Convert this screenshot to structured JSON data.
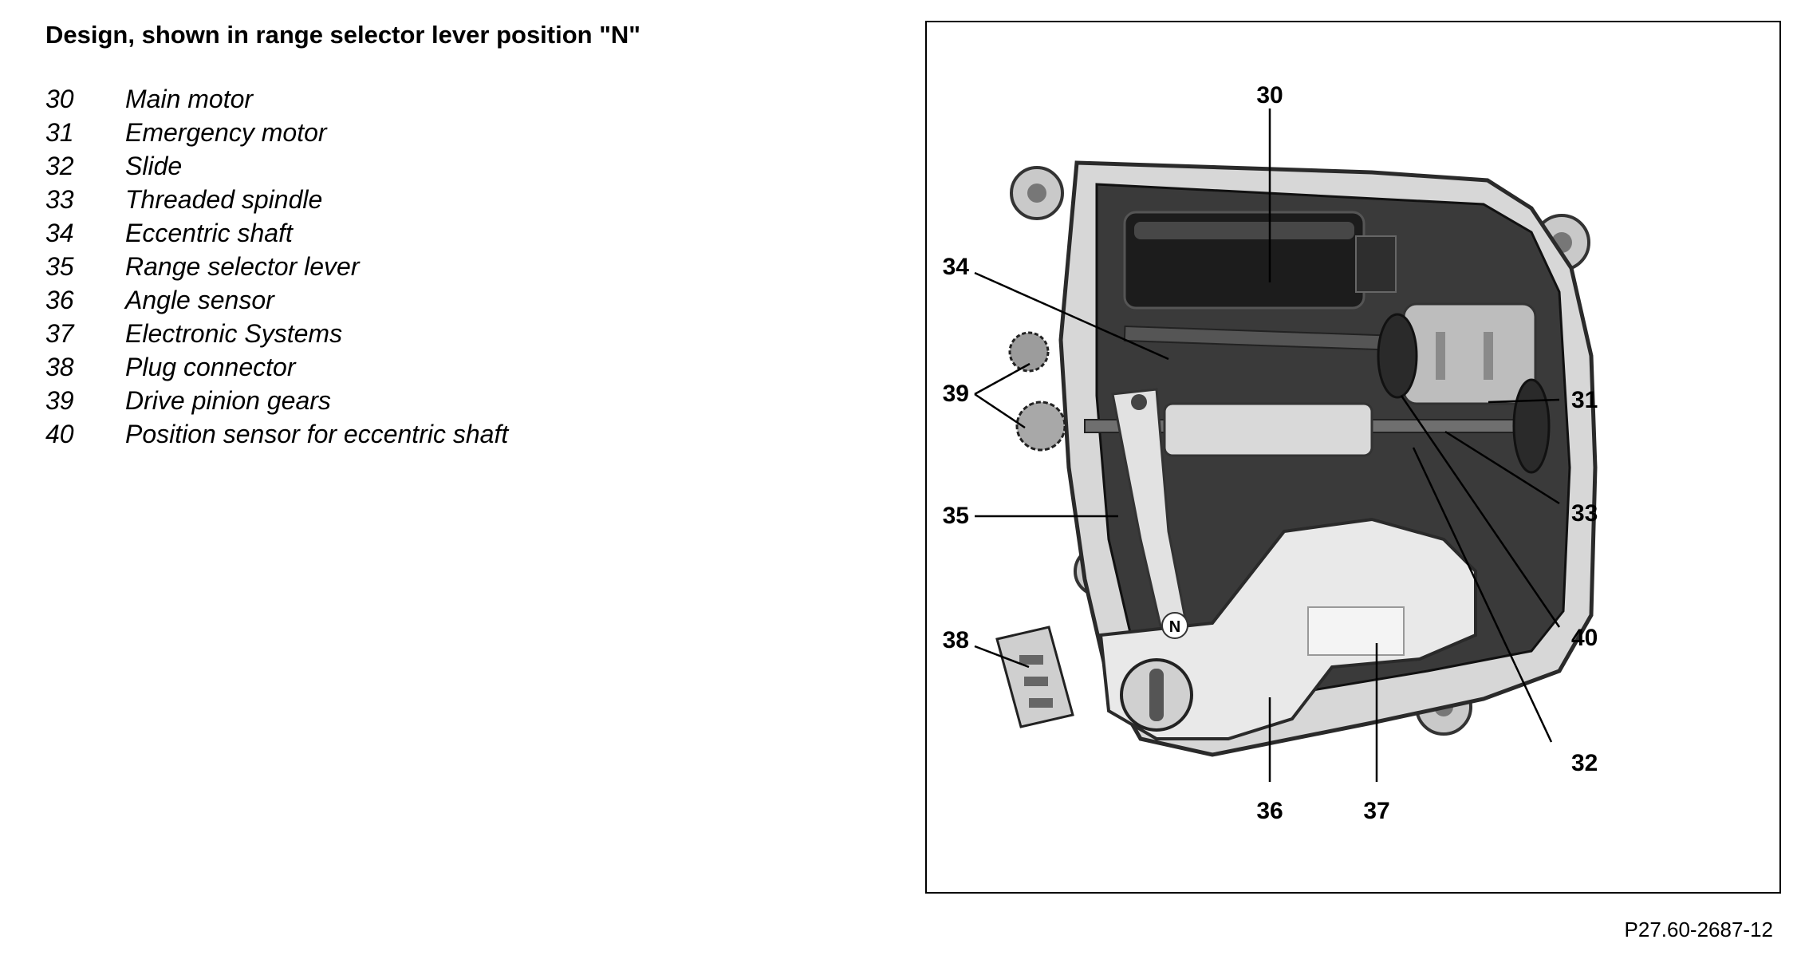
{
  "title": "Design, shown in range selector lever position \"N\"",
  "legend": [
    {
      "num": "30",
      "label": "Main motor"
    },
    {
      "num": "31",
      "label": "Emergency motor"
    },
    {
      "num": "32",
      "label": "Slide"
    },
    {
      "num": "33",
      "label": "Threaded spindle"
    },
    {
      "num": "34",
      "label": "Eccentric shaft"
    },
    {
      "num": "35",
      "label": "Range selector lever"
    },
    {
      "num": "36",
      "label": "Angle sensor"
    },
    {
      "num": "37",
      "label": "Electronic Systems"
    },
    {
      "num": "38",
      "label": "Plug connector"
    },
    {
      "num": "39",
      "label": "Drive pinion gears"
    },
    {
      "num": "40",
      "label": "Position sensor for eccentric shaft"
    }
  ],
  "figure": {
    "callouts": {
      "c30": "30",
      "c31": "31",
      "c32": "32",
      "c33": "33",
      "c34": "34",
      "c35": "35",
      "c36": "36",
      "c37": "37",
      "c38": "38",
      "c39": "39",
      "c40": "40"
    },
    "lever_mark": "N"
  },
  "reference": "P27.60-2687-12"
}
